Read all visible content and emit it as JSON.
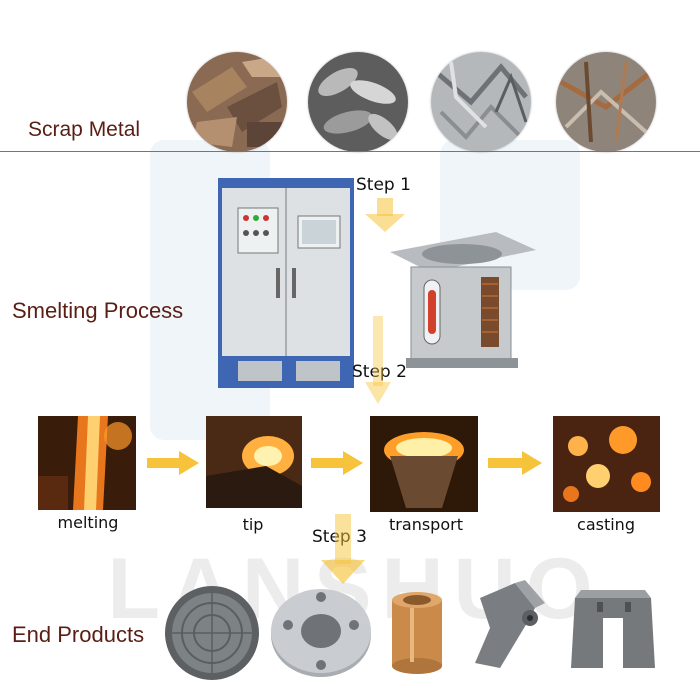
{
  "sections": {
    "scrap": "Scrap Metal",
    "smelting": "Smelting Process",
    "products": "End Products"
  },
  "steps": {
    "step1": "Step 1",
    "step2": "Step 2",
    "step3": "Step 3"
  },
  "process": [
    "melting",
    "tip",
    "transport",
    "casting"
  ],
  "watermark": "LANSHUO",
  "colors": {
    "label": "#5a1e14",
    "arrow": "#f6c33a",
    "divider": "#4e8a6e",
    "cabinet_panel": "#3f66b3"
  }
}
